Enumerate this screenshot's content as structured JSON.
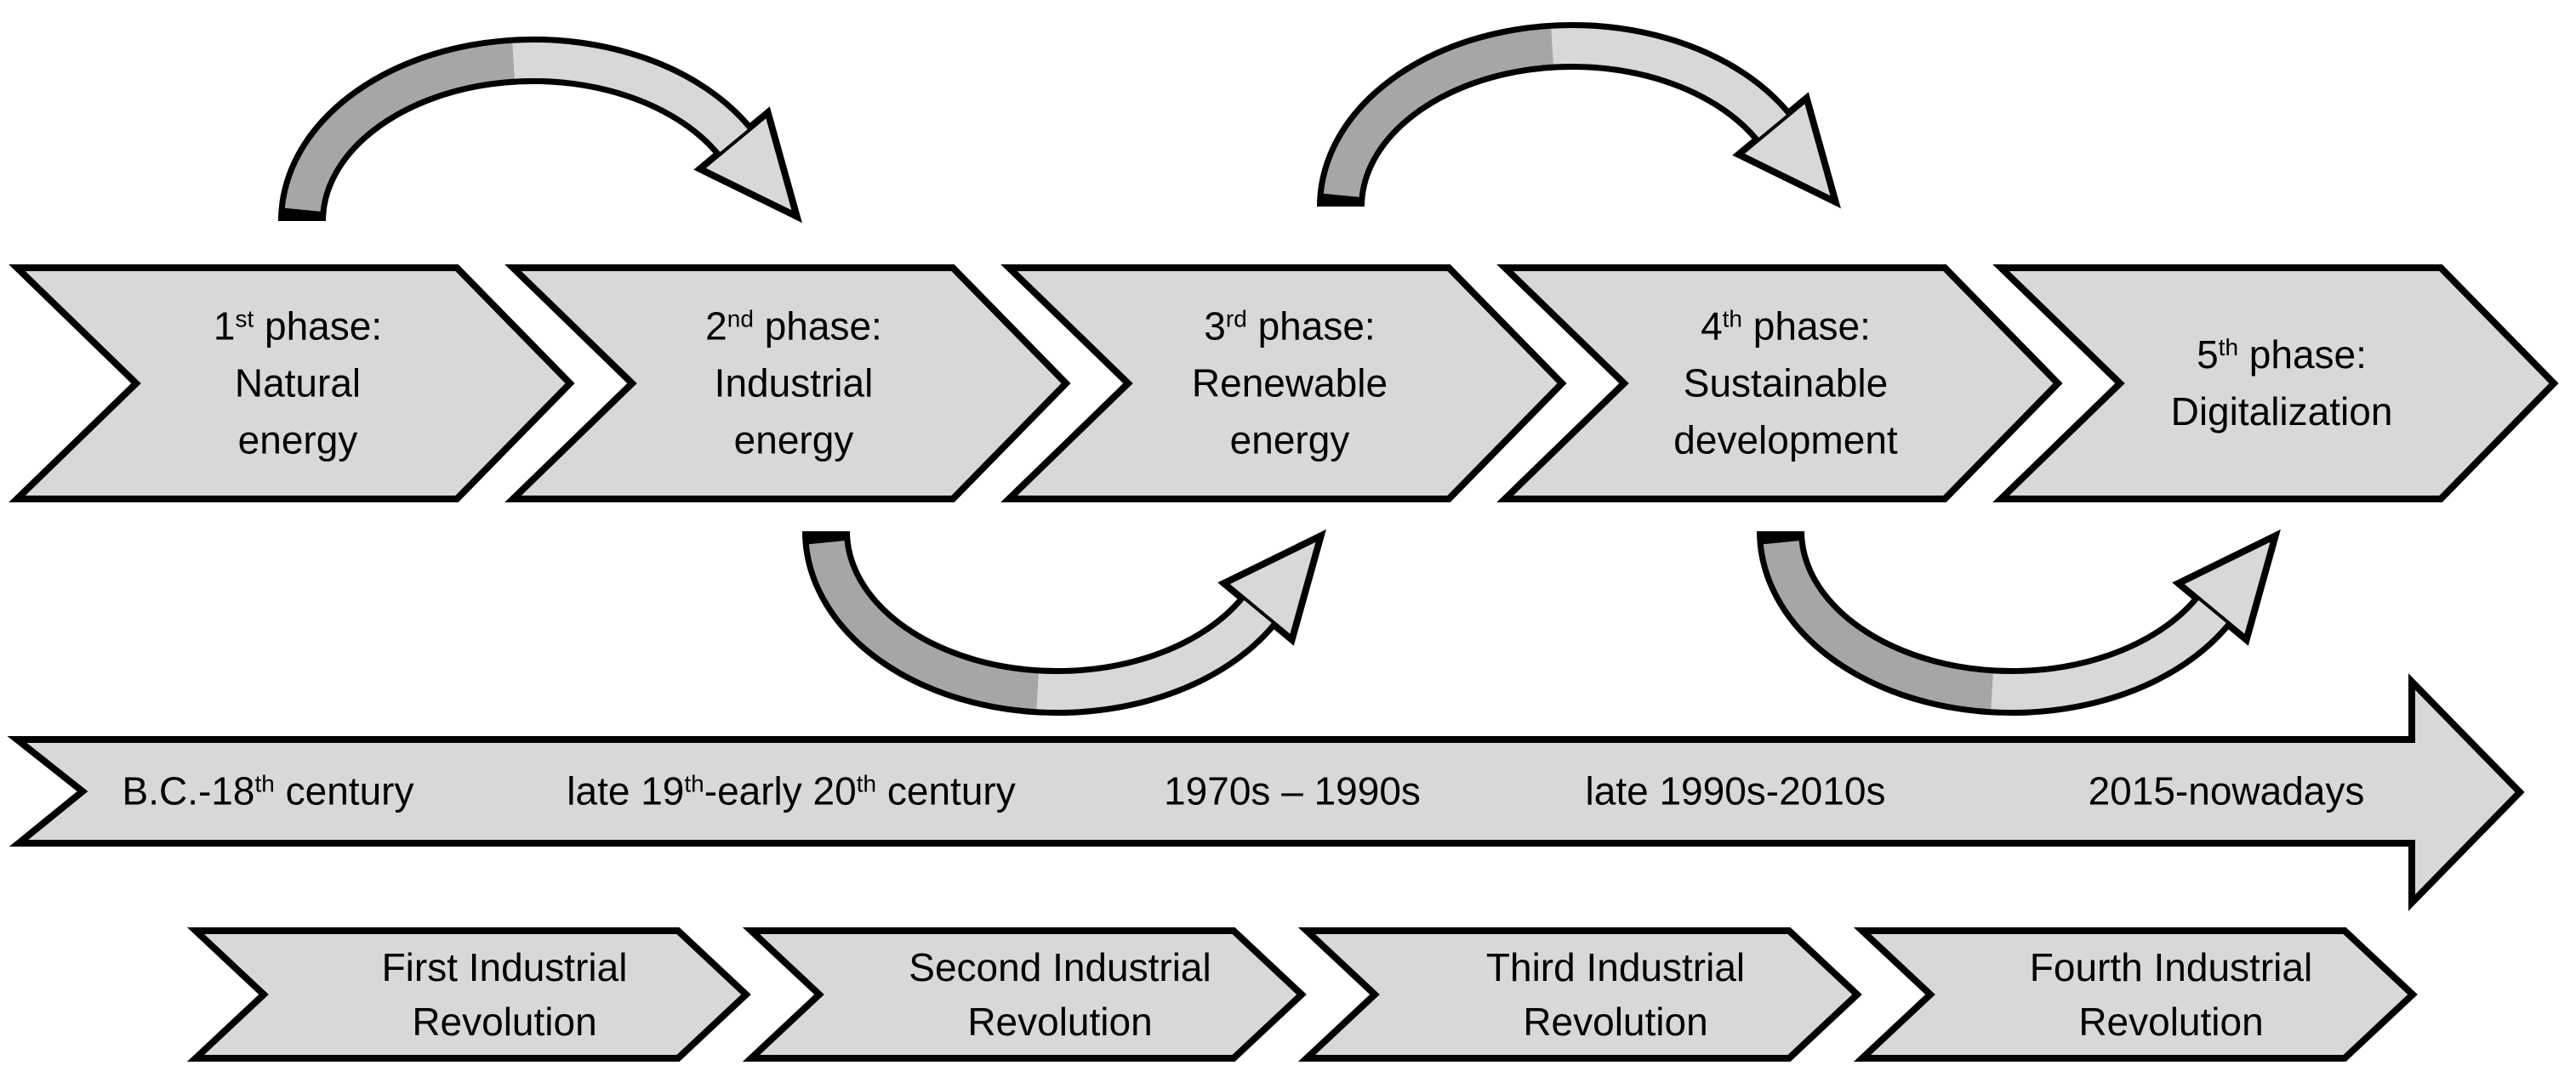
{
  "colors": {
    "background": "#ffffff",
    "shape_fill": "#d8d8d8",
    "shape_stroke": "#000000",
    "arc_dark": "#a6a6a6",
    "arc_light": "#d8d8d8",
    "text": "#000000"
  },
  "phases": [
    {
      "ord": "1",
      "sup": "st",
      "head": " phase:",
      "line2": "Natural",
      "line3": "energy"
    },
    {
      "ord": "2",
      "sup": "nd",
      "head": " phase:",
      "line2": "Industrial",
      "line3": "energy"
    },
    {
      "ord": "3",
      "sup": "rd",
      "head": " phase:",
      "line2": "Renewable",
      "line3": "energy"
    },
    {
      "ord": "4",
      "sup": "th",
      "head": " phase:",
      "line2": "Sustainable",
      "line3": "development"
    },
    {
      "ord": "5",
      "sup": "th",
      "head": " phase:",
      "line2": "Digitalization"
    }
  ],
  "timeline": {
    "periods": [
      {
        "a": "B.C.-18",
        "b": "th",
        "c": " century"
      },
      {
        "a": "late 19",
        "b": "th",
        "c": "-early 20",
        "d": "th",
        "e": " century"
      },
      {
        "a": "1970s – 1990s"
      },
      {
        "a": "late 1990s-2010s"
      },
      {
        "a": "2015-nowadays"
      }
    ]
  },
  "revolutions": [
    {
      "line1": "First Industrial",
      "line2": "Revolution"
    },
    {
      "line1": "Second Industrial",
      "line2": "Revolution"
    },
    {
      "line1": "Third Industrial",
      "line2": "Revolution"
    },
    {
      "line1": "Fourth Industrial",
      "line2": "Revolution"
    }
  ]
}
